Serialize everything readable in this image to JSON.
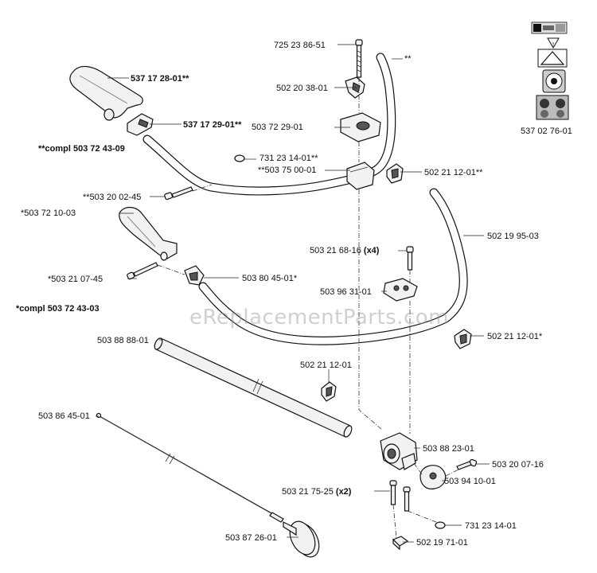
{
  "labels": {
    "p1": "725 23 86-51",
    "p2": "**",
    "p3": "537 17 28-01**",
    "p4": "502 20 38-01",
    "p5": "537 17 29-01**",
    "p6": "503 72 29-01",
    "p7": "**compl 503 72 43-09",
    "p8": "731 23 14-01**",
    "p9": "**503 75 00-01",
    "p10": "502 21 12-01**",
    "p11": "**503 20 02-45",
    "p12": "*503 72 10-03",
    "p13": "502 19 95-03",
    "p14": "503 21 68-16",
    "p14x": "(x4)",
    "p15": "*503 21 07-45",
    "p16": "503 80 45-01*",
    "p17": "503 96 31-01",
    "p18": "*compl 503 72 43-03",
    "p19": "503 88 88-01",
    "p20": "502 21 12-01*",
    "p21": "502 21 12-01",
    "p22": "503 86 45-01",
    "p23": "503 88 23-01",
    "p24": "503 20 07-16",
    "p25": "503 94 10-01",
    "p26": "503 21 75-25",
    "p26x": "(x2)",
    "p27": "731 23 14-01",
    "p28": "503 87 26-01",
    "p29": "502 19 71-01",
    "p30": "537 02 76-01"
  },
  "watermark": "eReplacementParts.com",
  "icons": [
    "decal-sheet-icon"
  ]
}
